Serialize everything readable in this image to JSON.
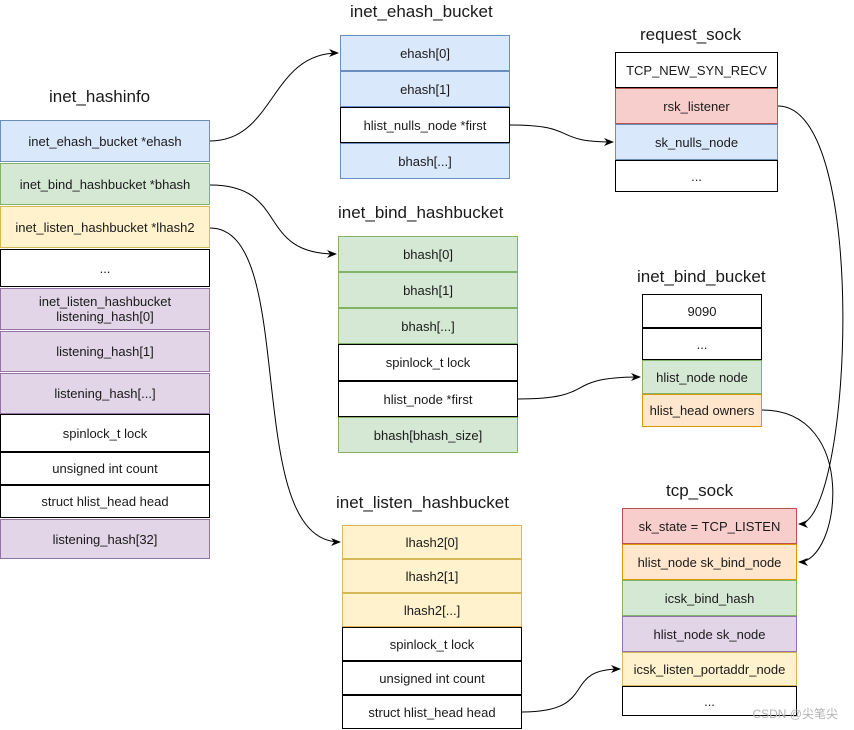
{
  "titles": {
    "hashinfo": "inet_hashinfo",
    "ehash_bucket": "inet_ehash_bucket",
    "request_sock": "request_sock",
    "bind_hashbucket": "inet_bind_hashbucket",
    "bind_bucket": "inet_bind_bucket",
    "listen_hashbucket": "inet_listen_hashbucket",
    "tcp_sock": "tcp_sock"
  },
  "hashinfo": [
    {
      "label": "inet_ehash_bucket *ehash",
      "color": "#dae8fc"
    },
    {
      "label": "inet_bind_hashbucket *bhash",
      "color": "#d5e8d4"
    },
    {
      "label": "inet_listen_hashbucket *lhash2",
      "color": "#fff2cc"
    },
    {
      "label": "...",
      "color": "#ffffff"
    },
    {
      "label": "inet_listen_hashbucket\nlistening_hash[0]",
      "color": "#e1d5e7"
    },
    {
      "label": "listening_hash[1]",
      "color": "#e1d5e7"
    },
    {
      "label": "listening_hash[...]",
      "color": "#e1d5e7"
    },
    {
      "label": "spinlock_t lock",
      "color": "#ffffff"
    },
    {
      "label": "unsigned int count",
      "color": "#ffffff"
    },
    {
      "label": "struct hlist_head head",
      "color": "#ffffff"
    },
    {
      "label": "listening_hash[32]",
      "color": "#e1d5e7"
    }
  ],
  "ehash_bucket": [
    {
      "label": "ehash[0]",
      "color": "#dae8fc"
    },
    {
      "label": "ehash[1]",
      "color": "#dae8fc"
    },
    {
      "label": "hlist_nulls_node *first",
      "color": "#ffffff"
    },
    {
      "label": "bhash[...]",
      "color": "#dae8fc"
    }
  ],
  "request_sock": [
    {
      "label": "TCP_NEW_SYN_RECV",
      "color": "#ffffff"
    },
    {
      "label": "rsk_listener",
      "color": "#f8cecc"
    },
    {
      "label": "sk_nulls_node",
      "color": "#dae8fc"
    },
    {
      "label": "...",
      "color": "#ffffff"
    }
  ],
  "bind_hashbucket": [
    {
      "label": "bhash[0]",
      "color": "#d5e8d4"
    },
    {
      "label": "bhash[1]",
      "color": "#d5e8d4"
    },
    {
      "label": "bhash[...]",
      "color": "#d5e8d4"
    },
    {
      "label": "spinlock_t lock",
      "color": "#ffffff"
    },
    {
      "label": "hlist_node *first",
      "color": "#ffffff"
    },
    {
      "label": "bhash[bhash_size]",
      "color": "#d5e8d4"
    }
  ],
  "bind_bucket": [
    {
      "label": "9090",
      "color": "#ffffff"
    },
    {
      "label": "...",
      "color": "#ffffff"
    },
    {
      "label": "hlist_node node",
      "color": "#d5e8d4"
    },
    {
      "label": "hlist_head owners",
      "color": "#ffe6cc"
    }
  ],
  "listen_hashbucket": [
    {
      "label": "lhash2[0]",
      "color": "#fff2cc"
    },
    {
      "label": "lhash2[1]",
      "color": "#fff2cc"
    },
    {
      "label": "lhash2[...]",
      "color": "#fff2cc"
    },
    {
      "label": "spinlock_t lock",
      "color": "#ffffff"
    },
    {
      "label": "unsigned int count",
      "color": "#ffffff"
    },
    {
      "label": "struct hlist_head head",
      "color": "#ffffff"
    }
  ],
  "tcp_sock": [
    {
      "label": "sk_state =  TCP_LISTEN",
      "color": "#f8cecc"
    },
    {
      "label": "hlist_node sk_bind_node",
      "color": "#ffe6cc"
    },
    {
      "label": "icsk_bind_hash",
      "color": "#d5e8d4"
    },
    {
      "label": "hlist_node sk_node",
      "color": "#e1d5e7"
    },
    {
      "label": "icsk_listen_portaddr_node",
      "color": "#fff2cc"
    },
    {
      "label": "...",
      "color": "#ffffff"
    }
  ],
  "watermark": "CSDN @尖笔尖"
}
